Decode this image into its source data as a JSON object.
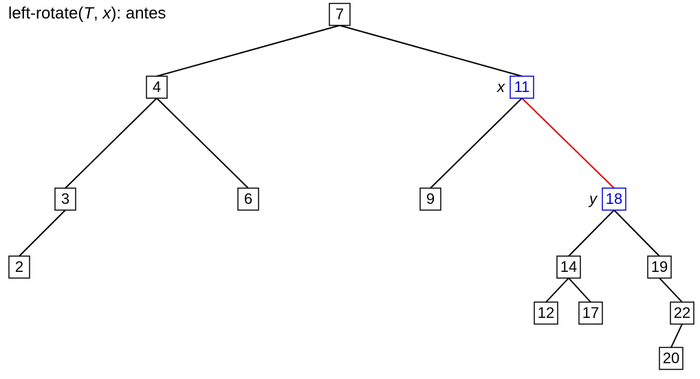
{
  "caption": {
    "prefix": "left-rotate(",
    "arg1": "T",
    "sep": ", ",
    "arg2": "x",
    "suffix": "): antes"
  },
  "colors": {
    "normal": "#000000",
    "highlight": "#0000cc",
    "rotation_edge": "#dd0000"
  },
  "nodes": [
    {
      "key": "n7",
      "label": "7"
    },
    {
      "key": "n4",
      "label": "4"
    },
    {
      "key": "n11",
      "label": "11",
      "highlight": true,
      "tag": "x"
    },
    {
      "key": "n3",
      "label": "3"
    },
    {
      "key": "n6",
      "label": "6"
    },
    {
      "key": "n9",
      "label": "9"
    },
    {
      "key": "n18",
      "label": "18",
      "highlight": true,
      "tag": "y"
    },
    {
      "key": "n2",
      "label": "2"
    },
    {
      "key": "n14",
      "label": "14"
    },
    {
      "key": "n19",
      "label": "19"
    },
    {
      "key": "n12",
      "label": "12"
    },
    {
      "key": "n17",
      "label": "17"
    },
    {
      "key": "n22",
      "label": "22"
    },
    {
      "key": "n20",
      "label": "20"
    }
  ],
  "edges": [
    {
      "from": "n7",
      "to": "n4"
    },
    {
      "from": "n7",
      "to": "n11"
    },
    {
      "from": "n4",
      "to": "n3"
    },
    {
      "from": "n4",
      "to": "n6"
    },
    {
      "from": "n3",
      "to": "n2"
    },
    {
      "from": "n11",
      "to": "n9"
    },
    {
      "from": "n11",
      "to": "n18",
      "highlight": true
    },
    {
      "from": "n18",
      "to": "n14"
    },
    {
      "from": "n18",
      "to": "n19"
    },
    {
      "from": "n14",
      "to": "n12"
    },
    {
      "from": "n14",
      "to": "n17"
    },
    {
      "from": "n19",
      "to": "n22"
    },
    {
      "from": "n22",
      "to": "n20"
    }
  ]
}
